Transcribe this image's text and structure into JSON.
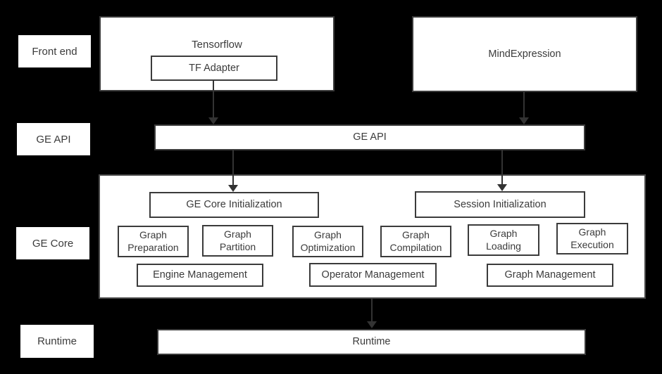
{
  "colors": {
    "background": "#000000",
    "box_fill": "#ffffff",
    "box_border": "#3b3b3b",
    "text": "#3b3b3b",
    "arrow": "#333333"
  },
  "row_labels": {
    "front_end": "Front end",
    "ge_api": "GE API",
    "ge_core": "GE Core",
    "runtime": "Runtime"
  },
  "front_end": {
    "tensorflow": "Tensorflow",
    "tf_adapter": "TF Adapter",
    "mind_expression": "MindExpression"
  },
  "ge_api": {
    "label": "GE API"
  },
  "ge_core": {
    "init_left": "GE Core Initialization",
    "init_right": "Session Initialization",
    "stages": [
      "Graph Preparation",
      "Graph Partition",
      "Graph Optimization",
      "Graph Compilation",
      "Graph Loading",
      "Graph Execution"
    ],
    "managers": [
      "Engine Management",
      "Operator Management",
      "Graph Management"
    ]
  },
  "runtime": {
    "label": "Runtime"
  }
}
